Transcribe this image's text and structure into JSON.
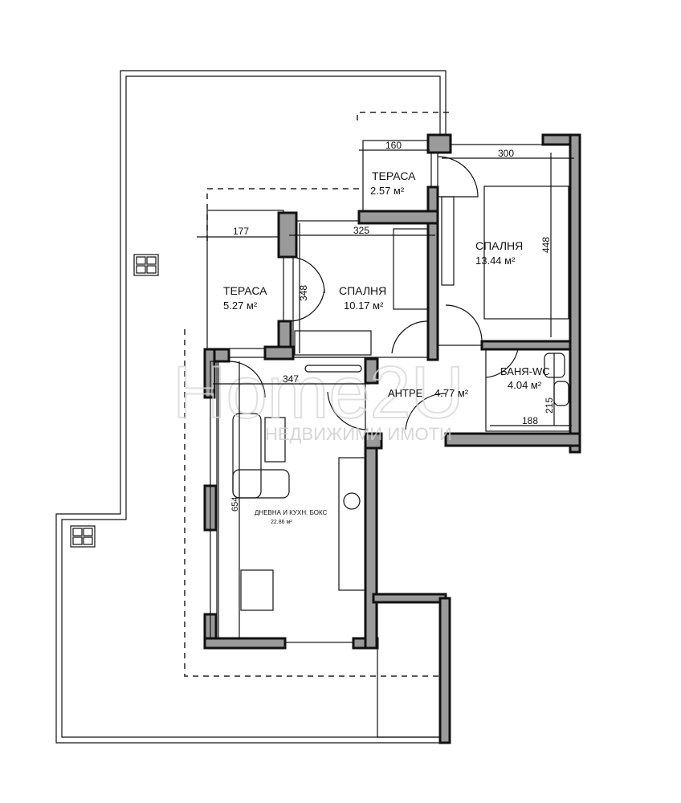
{
  "rooms": [
    {
      "name": "ТЕРАСА",
      "area": "2.57 м²"
    },
    {
      "name": "СПАЛНЯ",
      "area": "13.44 м²"
    },
    {
      "name": "ТЕРАСА",
      "area": "5.27 м²"
    },
    {
      "name": "СПАЛНЯ",
      "area": "10.17 м²"
    },
    {
      "name": "БАНЯ-WC",
      "area": "4.04 м²"
    },
    {
      "name": "АНТРЕ",
      "area": "4.77 м²"
    },
    {
      "name": "ДНЕВНА И КУХН. БОКС",
      "area": "22.86 м²"
    }
  ],
  "dimensions": [
    "160",
    "300",
    "177",
    "325",
    "448",
    "348",
    "347",
    "215",
    "188",
    "654"
  ],
  "watermark": {
    "brand": "Home2U",
    "tagline": "НЕДВИЖИМИ ИМОТИ"
  }
}
